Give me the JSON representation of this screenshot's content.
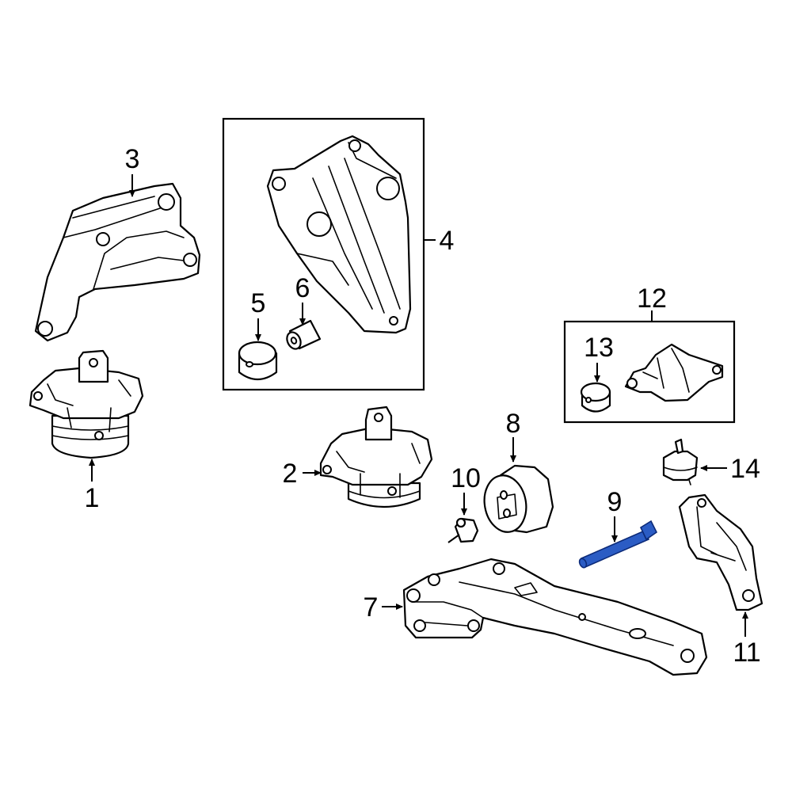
{
  "callouts": {
    "c1": "1",
    "c2": "2",
    "c3": "3",
    "c4": "4",
    "c5": "5",
    "c6": "6",
    "c7": "7",
    "c8": "8",
    "c9": "9",
    "c10": "10",
    "c11": "11",
    "c12": "12",
    "c13": "13",
    "c14": "14"
  },
  "colors": {
    "line": "#000000",
    "background": "#ffffff",
    "highlight_part": "#2b5cc4"
  }
}
